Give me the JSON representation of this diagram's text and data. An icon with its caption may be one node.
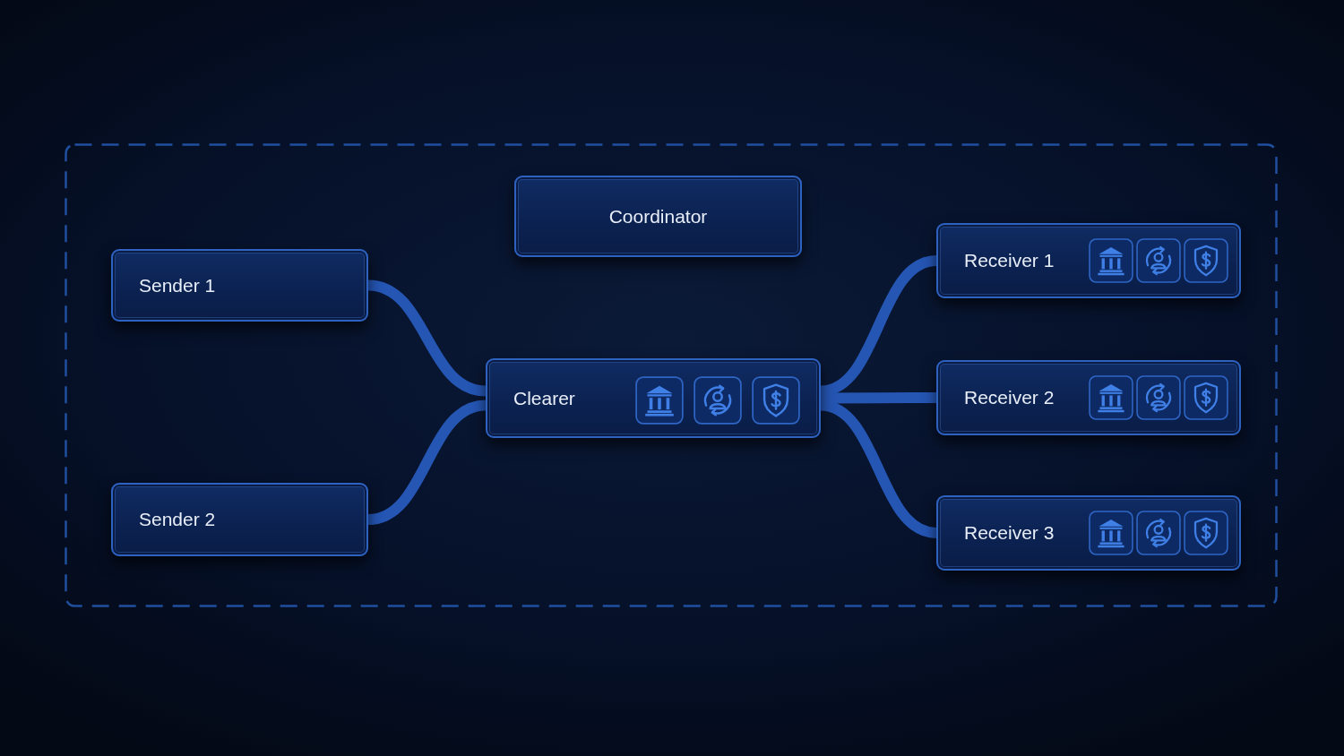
{
  "diagram": {
    "nodes": [
      {
        "text": [],
        "shape": "box"
      },
      {
        "text": [
          "Coordinator"
        ],
        "in": 0
      },
      {
        "text": [
          "Sender 1"
        ],
        "in": 0
      },
      {
        "text": [
          "Sender 2"
        ],
        "in": 0
      },
      {
        "text": [
          "Clearer"
        ],
        "in": 0
      },
      {
        "text": [
          "Receiver 1"
        ],
        "in": 0
      },
      {
        "text": [
          "Receiver 2"
        ],
        "in": 0
      },
      {
        "text": [
          "Receiver 3"
        ],
        "in": 0
      }
    ],
    "edges": [
      {
        "from": 2,
        "to": 4,
        "arrow": "none"
      },
      {
        "from": 3,
        "to": 4,
        "arrow": "none"
      },
      {
        "from": 4,
        "to": 5,
        "arrow": "none"
      },
      {
        "from": 4,
        "to": 6,
        "arrow": "none"
      },
      {
        "from": 4,
        "to": 7,
        "arrow": "none"
      }
    ]
  }
}
